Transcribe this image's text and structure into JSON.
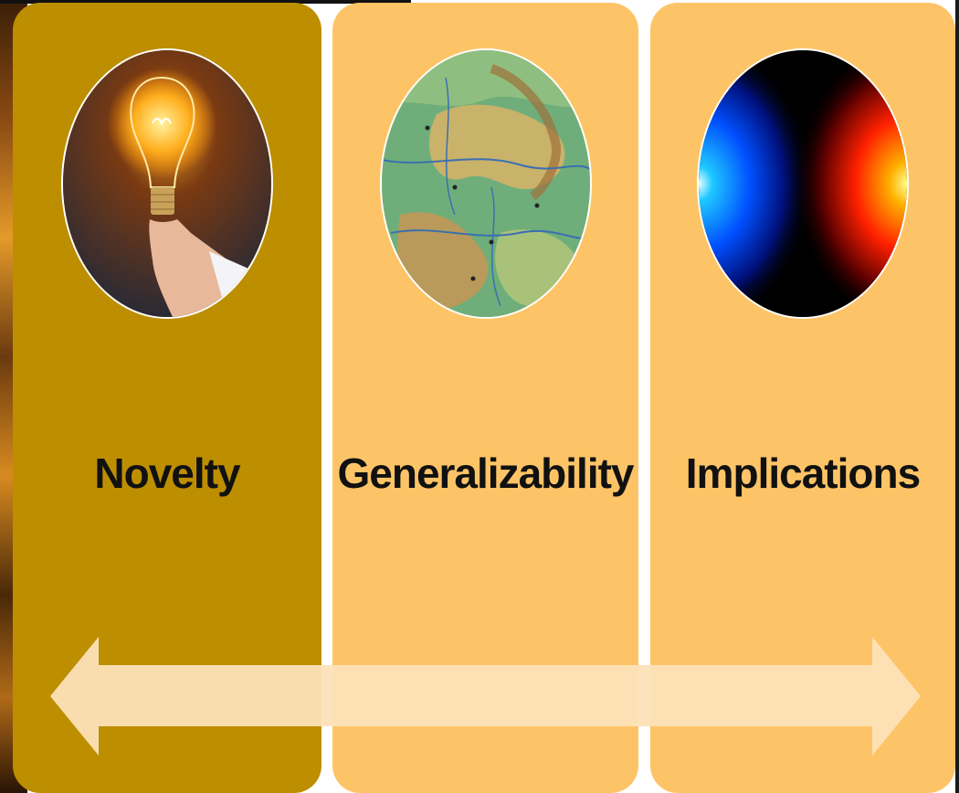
{
  "panels": [
    {
      "label": "Novelty",
      "image": "light-bulb-in-hand"
    },
    {
      "label": "Generalizability",
      "image": "topographic-map"
    },
    {
      "label": "Implications",
      "image": "blue-red-field-gradient"
    }
  ],
  "colors": {
    "panel_active": "#bd8e00",
    "panel_inactive": "#fdc467",
    "arrow": "#fde2b8"
  }
}
